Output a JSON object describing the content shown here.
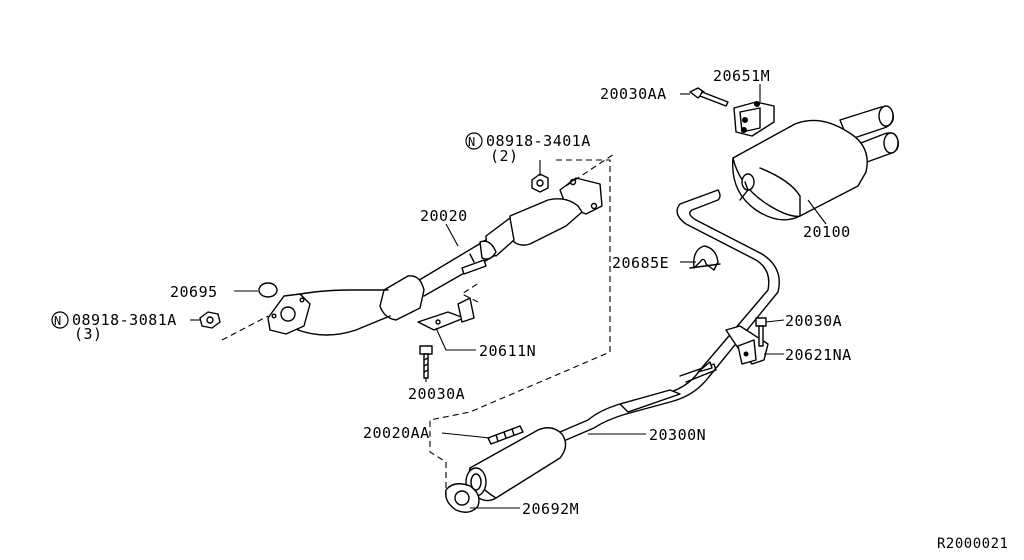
{
  "diagram_id": "R2000021",
  "nut_symbol": "N",
  "callouts": {
    "c20030AA": "20030AA",
    "c20651M": "20651M",
    "c20100": "20100",
    "c08918_3401A": "08918-3401A",
    "c08918_3401A_qty": "(2)",
    "c20020": "20020",
    "c20685E": "20685E",
    "c20695": "20695",
    "c08918_3081A": "08918-3081A",
    "c08918_3081A_qty": "(3)",
    "c20030A_right": "20030A",
    "c20621NA": "20621NA",
    "c20611N": "20611N",
    "c20030A_left": "20030A",
    "c20020AA": "20020AA",
    "c20300N": "20300N",
    "c20692M": "20692M"
  }
}
